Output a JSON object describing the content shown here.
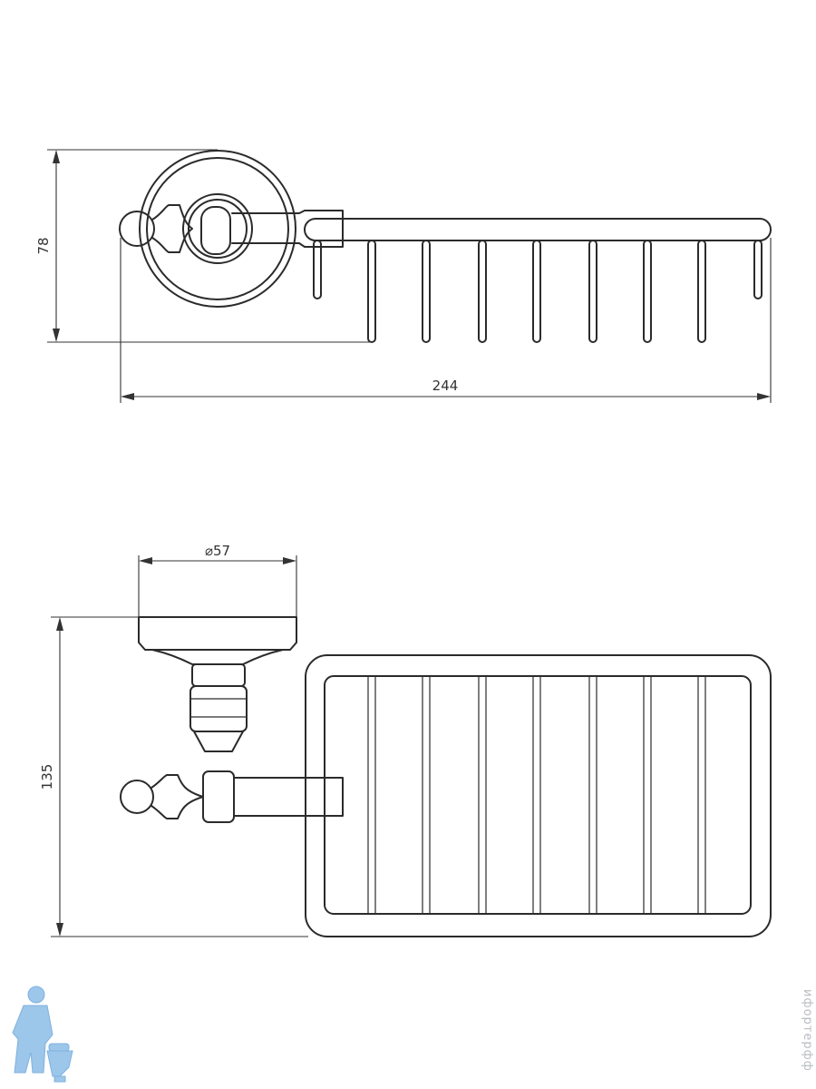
{
  "dimensions": {
    "height_top": "78",
    "width_total": "244",
    "diameter": "⌀57",
    "height_bottom": "135"
  },
  "watermark": "ифортерфф",
  "colors": {
    "line": "#2b2b2b",
    "logo": "#9cc6ea"
  },
  "icons": {
    "logo": "plumber-logo-icon"
  }
}
